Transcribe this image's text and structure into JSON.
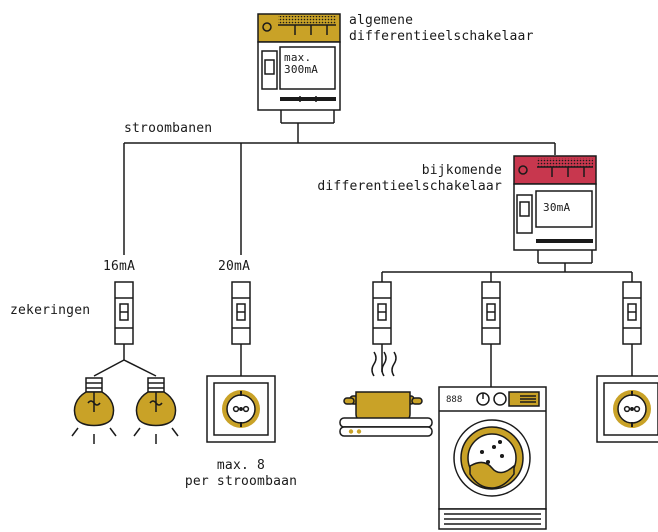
{
  "labels": {
    "main_breaker": [
      "algemene",
      "differentieelschakelaar"
    ],
    "main_breaker_rating": [
      "max.",
      "300mA"
    ],
    "circuits": "stroombanen",
    "extra_breaker": [
      "bijkomende",
      "differentieelschakelaar"
    ],
    "extra_breaker_rating": "30mA",
    "lighting_fuse": "16mA",
    "socket_fuse": "20mA",
    "fuses": "zekeringen",
    "socket_limit": [
      "max. 8",
      "per stroombaan"
    ]
  },
  "washing_machine_display": "888",
  "colors": {
    "main_accent": "#c9a227",
    "extra_accent": "#c8374e",
    "line": "#1a1a1a"
  }
}
